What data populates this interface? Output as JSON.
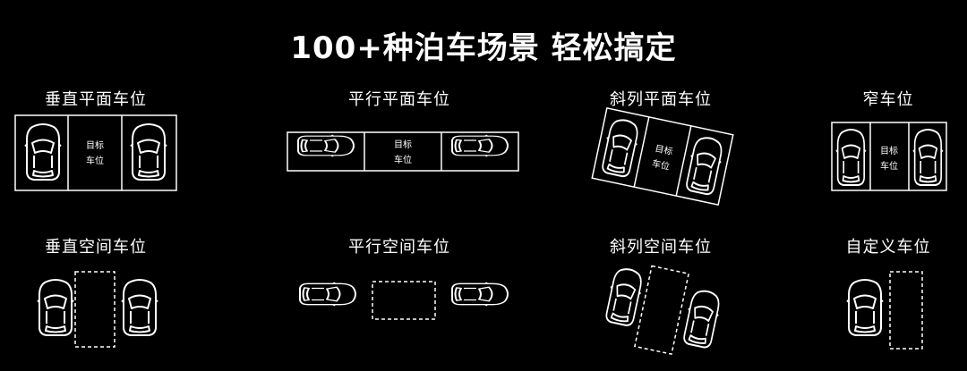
{
  "title": "100+种泊车场景 轻松搞定",
  "scenarios": [
    {
      "label": "垂直平面车位"
    },
    {
      "label": "平行平面车位"
    },
    {
      "label": "斜列平面车位"
    },
    {
      "label": "窄车位"
    },
    {
      "label": "垂直空间车位"
    },
    {
      "label": "平行空间车位"
    },
    {
      "label": "斜列空间车位"
    },
    {
      "label": "自定义车位"
    }
  ],
  "target_slot": {
    "line1": "目标",
    "line2": "车位"
  }
}
